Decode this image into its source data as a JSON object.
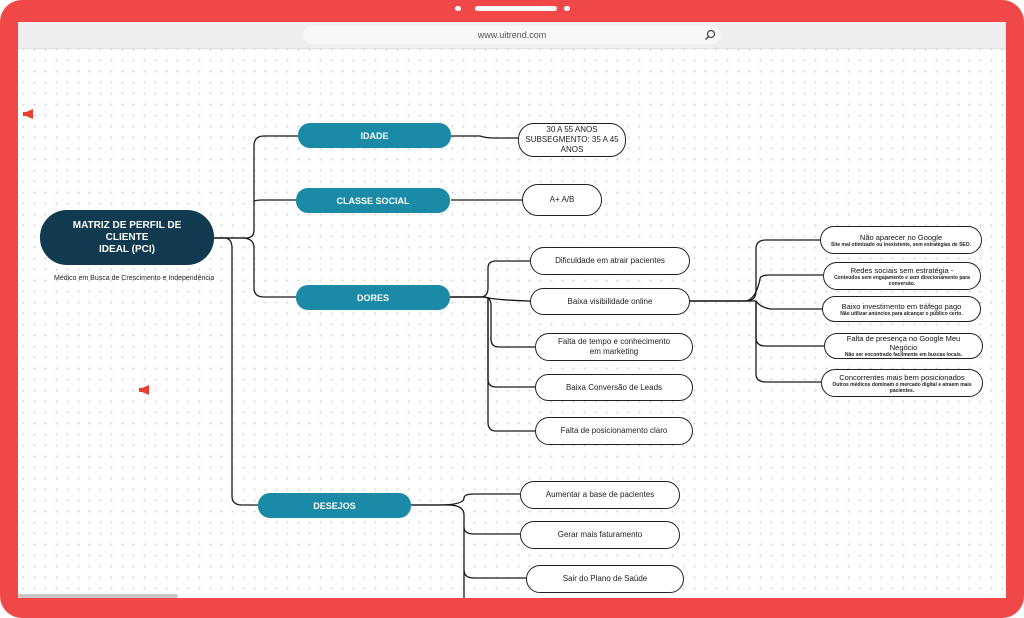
{
  "browser": {
    "url": "www.uitrend.com"
  },
  "colors": {
    "frame": "#f04848",
    "root": "#0f3a50",
    "category": "#1a8aa6"
  },
  "diagram": {
    "root": {
      "line1": "MATRIZ DE PERFIL DE CLIENTE",
      "line2": "IDEAL (PCI)"
    },
    "caption": "Médico em Busca de Crescimento e Independência",
    "idade": {
      "label": "IDADE",
      "value_line1": "30 A 55 ANOS",
      "value_line2": "SUBSEGMENTO: 35 A 45 ANOS"
    },
    "classe": {
      "label": "CLASSE SOCIAL",
      "value": "A+ A/B"
    },
    "dores": {
      "label": "DORES",
      "items": [
        "Dificuldade em atrair pacientes",
        "Baixa visibilidade online",
        "Falta de tempo e conhecimento",
        "em marketing",
        "Baixa Conversão de Leads",
        "Falta de posicionamento claro"
      ],
      "visibilidade": [
        {
          "title": "Não aparecer no Google",
          "desc": "Site mal otimizado ou inexistente, sem estratégias de SEO."
        },
        {
          "title": "Redes sociais sem estratégia -",
          "desc": "Conteúdos sem engajamento e sem direcionamento para conversão."
        },
        {
          "title": "Baixo investimento em tráfego pago",
          "desc": "Não utilizar anúncios para alcançar o público certo."
        },
        {
          "title": "Falta de presença no Google Meu Negócio",
          "desc": "Não ser encontrado facilmente em buscas locais."
        },
        {
          "title": "Concorrentes mais bem posicionados",
          "desc": "Outros médicos dominam o mercado digital e atraem mais pacientes."
        }
      ]
    },
    "desejos": {
      "label": "DESEJOS",
      "items": [
        "Aumentar a base de pacientes",
        "Gerar mais faturamento",
        "Sair do Plano de Saúde"
      ]
    }
  }
}
